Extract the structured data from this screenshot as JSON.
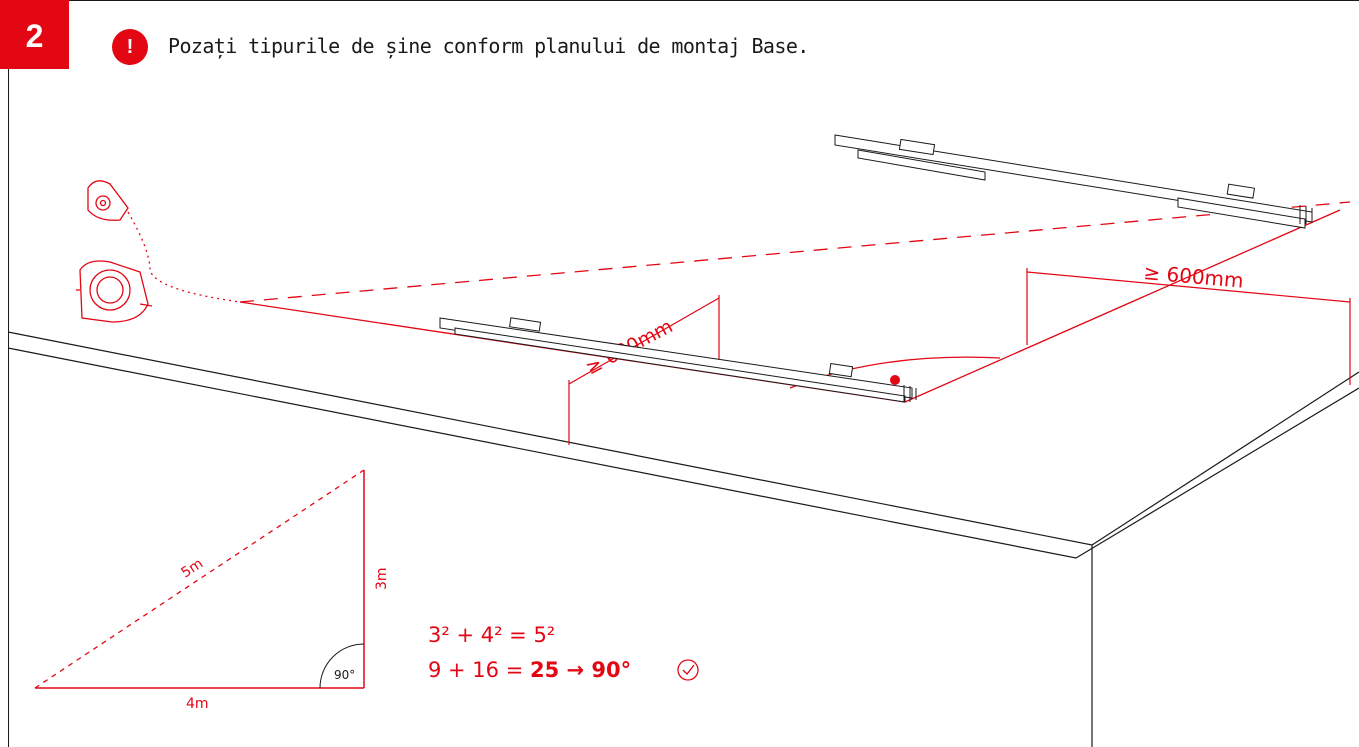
{
  "step": {
    "number": "2"
  },
  "instruction": {
    "icon": "exclamation-icon",
    "text": "Pozați tipurile de șine conform planului de montaj Base."
  },
  "dimensions": {
    "front_spacing": "≥ 600mm",
    "right_spacing": "≥ 600mm"
  },
  "triangle": {
    "hypotenuse": "5m",
    "vertical_side": "3m",
    "base": "4m",
    "right_angle": "90°"
  },
  "formula": {
    "line1": "3² + 4² = 5²",
    "line2_prefix": "9 + 16  = ",
    "line2_result": "25 → 90°"
  },
  "colors": {
    "accent": "#e30613",
    "ink": "#1a1a1a"
  }
}
